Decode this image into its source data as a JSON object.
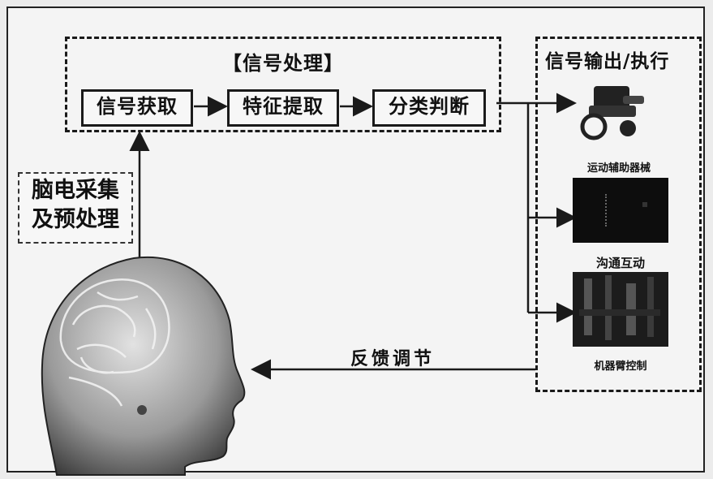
{
  "signal_processing": {
    "title": "【信号处理】",
    "steps": [
      "信号获取",
      "特征提取",
      "分类判断"
    ]
  },
  "acquisition": {
    "lines": [
      "脑电采集",
      "及预处理"
    ]
  },
  "output": {
    "title": "信号输出/执行",
    "items": [
      {
        "label": "运动辅助器械",
        "icon": "wheelchair-icon"
      },
      {
        "label": "沟通互动",
        "icon": "screen-icon"
      },
      {
        "label": "机器臂控制",
        "icon": "robot-arm-icon"
      }
    ]
  },
  "feedback": {
    "label": "反馈调节"
  },
  "colors": {
    "line": "#1a1a1a",
    "background": "#f4f4f4"
  }
}
